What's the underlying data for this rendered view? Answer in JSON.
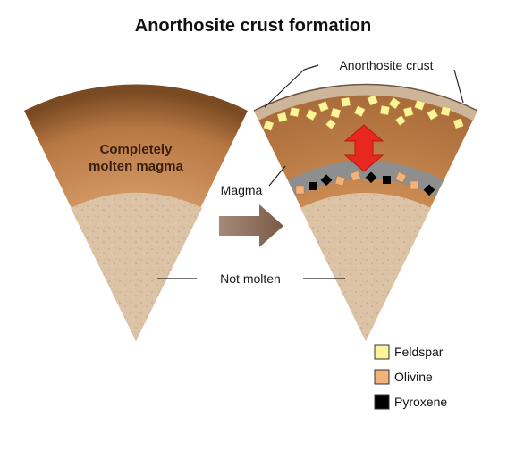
{
  "title": "Anorthosite crust formation",
  "labels": {
    "molten": [
      "Completely",
      "molten magma"
    ],
    "magma": "Magma",
    "crust": "Anorthosite crust",
    "not_molten": "Not molten"
  },
  "legend": [
    {
      "label": "Feldspar",
      "color": "#fbf49a"
    },
    {
      "label": "Olivine",
      "color": "#f2b27a"
    },
    {
      "label": "Pyroxene",
      "color": "#000000"
    }
  ],
  "colors": {
    "magma": "#c98a52",
    "rock": "#dcc3a5",
    "crust": "#cdb59a",
    "ring": "#8e8e8e",
    "arrow_gray": "#8c6d5a",
    "arrow_red": "#e8271e"
  }
}
